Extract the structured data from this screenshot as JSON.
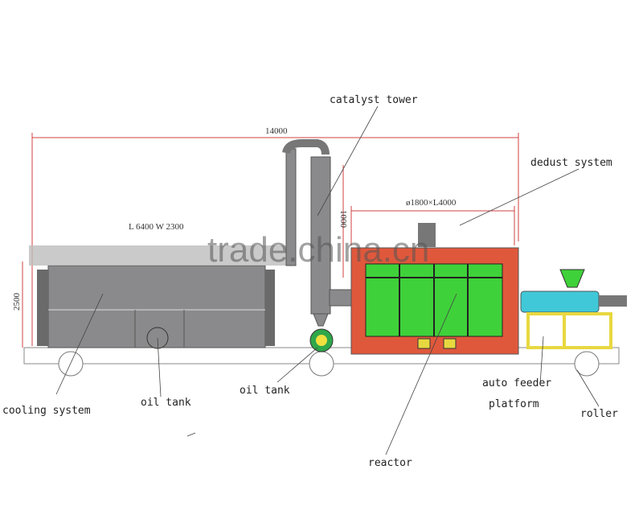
{
  "dimensions": {
    "total_length": "14000",
    "cooling_size": "L 6400 W 2300",
    "height": "2500",
    "reactor_size": "ø1800×L4000",
    "tower_height": "1000"
  },
  "labels": {
    "catalyst_tower": "catalyst tower",
    "dedust_system": "dedust system",
    "cooling_system": "cooling system",
    "oil_tank_1": "oil tank",
    "oil_tank_2": "oil tank",
    "auto_feeder": "auto feeder",
    "platform": "platform",
    "roller": "roller",
    "reactor": "reactor"
  },
  "watermark": "trade.china.cn",
  "colors": {
    "dimension_lines": "#d04040",
    "cooling_body": "#8a8a8c",
    "reactor_panels": "#3fd13a",
    "reactor_frame": "#e0583c",
    "feeder": "#40c8d8",
    "platform": "#e8d840"
  }
}
